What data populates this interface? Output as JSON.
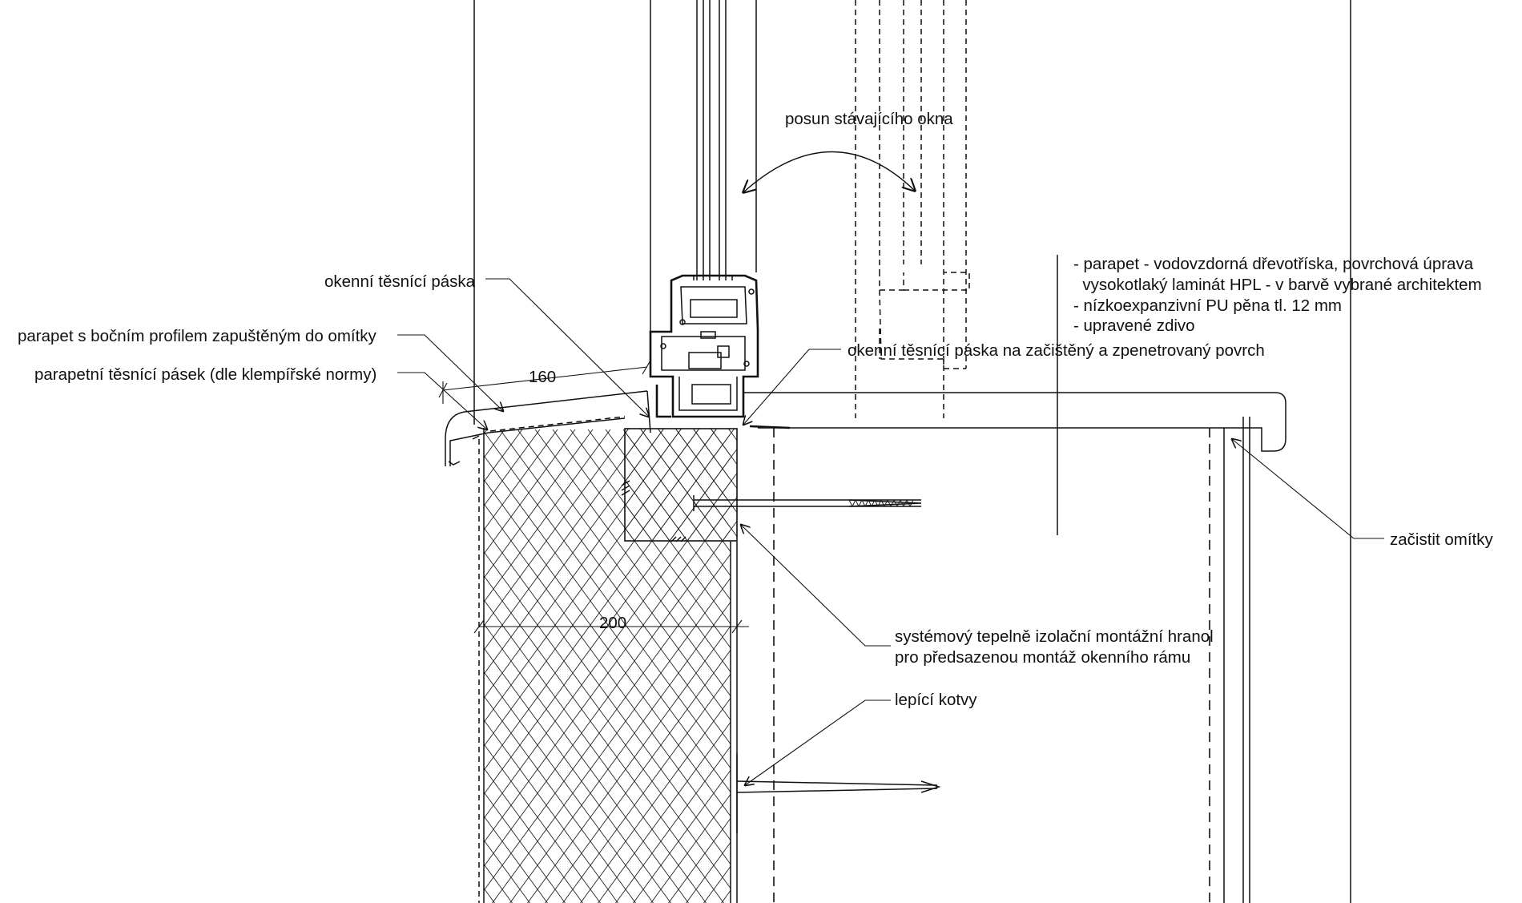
{
  "drawing": {
    "labels": {
      "window_shift": "posun stávajícího okna",
      "window_seal_tape": "okenní těsnící páska",
      "sill_side_profile": "parapet s bočním profilem zapuštěným do omítky",
      "sill_seal_strip": "parapetní těsnící pásek (dle klempířské normy)",
      "window_seal_tape_surface": "okenní těsnící páska na začištěný a zpenetrovaný povrch",
      "clean_plaster": "začistit omítky",
      "mounting_block_line1": "systémový tepelně izolační montážní hranol",
      "mounting_block_line2": "pro předsazenou montáž okenního rámu",
      "adhesive_anchors": "lepící kotvy"
    },
    "notes": [
      "- parapet - vodovzdorná dřevotříska, povrchová úprava",
      "  vysokotlaký laminát HPL - v barvě vybrané architektem",
      "- nízkoexpanzivní PU pěna tl. 12 mm",
      "- upravené zdivo"
    ],
    "dimensions": {
      "sill_overhang": "160",
      "insulation_thickness": "200"
    },
    "colors": {
      "line": "#111111",
      "background": "#ffffff"
    }
  }
}
